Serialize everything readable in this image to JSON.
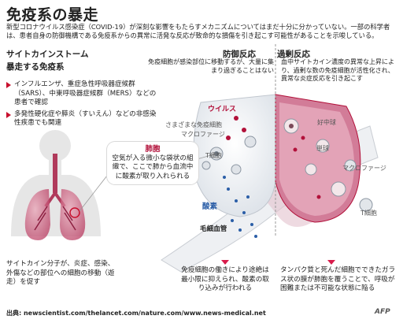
{
  "title": "免疫系の暴走",
  "intro": "新型コロナウイルス感染症（COVID-19）が深刻な影響をもたらすメカニズムについてはまだ十分に分かっていない。一部の科学者は、患者自身の防御機構である免疫系からの異常に活発な反応が致命的な損傷を引き起こす可能性があることを示唆している。",
  "left": {
    "heading1": "サイトカインストーム",
    "heading2": "暴走する免疫系",
    "bullets": [
      "インフルエンザ、重症急性呼吸器症候群（SARS）、中東呼吸器症候群（MERS）などの患者で確認",
      "多発性硬化症や膵炎（すいえん）などの非感染性疾患でも関連"
    ],
    "lung_label": "肺胞",
    "lung_desc": "空気が入る微小な袋状の組織で、ここで肺から血流中に酸素が取り入れられる",
    "bottom_note": "サイトカイン分子が、炎症、感染、外傷などの部位への細胞の移動（遊走）を促す"
  },
  "defense": {
    "heading": "防御反応",
    "desc": "免疫細胞が感染部位に移動するが、大量に集まり過ぎることはない",
    "note": "免疫細胞の働きにより途絶は最小限に抑えられ、酸素の取り込みが行われる"
  },
  "overreaction": {
    "heading": "過剰反応",
    "desc": "血中サイトカイン濃度の異常な上昇により、過剰な数の免疫細胞が活性化され、異常な炎症反応を引き起こす",
    "note": "タンパク質と死んだ細胞でできたガラス状の膜が肺胞を覆うことで、呼吸が困難または不可能な状態に陥る"
  },
  "labels": {
    "virus": "ウイルス",
    "immune_cells": "さまざまな免疫細胞",
    "macrophage": "マクロファージ",
    "t_cell": "T細胞",
    "oxygen": "酸素",
    "capillary": "毛細血管",
    "neutrophil": "好中球",
    "monocyte": "単球",
    "macrophage2": "マクロファージ",
    "t_cell2": "T細胞"
  },
  "source": "出典: newscientist.com/thelancet.com/nature.com/www.news-medical.net",
  "credit": "AFP",
  "colors": {
    "accent_red": "#b2113a",
    "blue": "#2b5ea7",
    "lung_pink": "#c5476b"
  }
}
